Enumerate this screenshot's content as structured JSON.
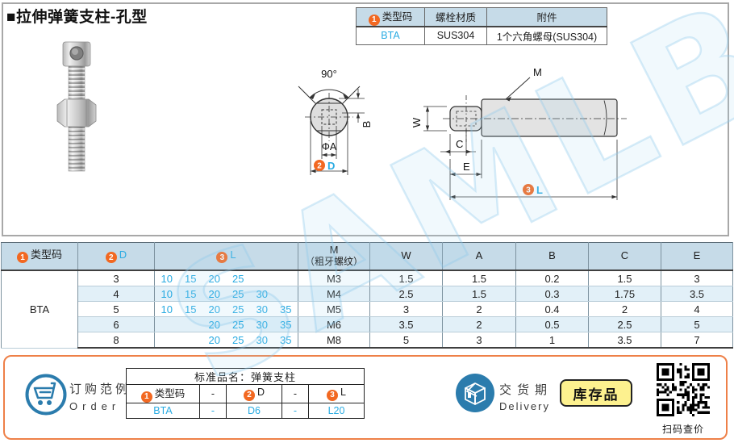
{
  "page": {
    "title": "■拉伸弹簧支柱-孔型"
  },
  "badges": {
    "one": "1",
    "two": "2",
    "three": "3"
  },
  "colors": {
    "accent_blue": "#29abe2",
    "badge_orange": "#f26821",
    "table_header_bg": "#c6dbe8",
    "row_alt_bg": "#e2f0f8",
    "bottom_border_orange": "#ee8048",
    "icon_blue": "#2b7cad",
    "stock_badge_bg": "#fdf18f"
  },
  "spec_table": {
    "headers": [
      "类型码",
      "螺栓材质",
      "附件"
    ],
    "type_code": "BTA",
    "material": "SUS304",
    "accessory": "1个六角螺母(SUS304)"
  },
  "drawings": {
    "front": {
      "angle_label": "90°",
      "dim_b": "B",
      "dim_a": "ΦA",
      "dim_d": "D"
    },
    "side": {
      "thread_label": "M",
      "dim_w": "W",
      "dim_c": "C",
      "dim_e": "E",
      "dim_l": "L"
    }
  },
  "main_table": {
    "headers": {
      "type_code": "类型码",
      "d": "D",
      "l": "L",
      "m_line1": "M",
      "m_line2": "（粗牙螺纹）",
      "w": "W",
      "a": "A",
      "b": "B",
      "c": "C",
      "e": "E"
    },
    "type_code": "BTA",
    "rows": [
      {
        "d": "3",
        "l": [
          "10",
          "15",
          "20",
          "25",
          "",
          ""
        ],
        "m": "M3",
        "w": "1.5",
        "a": "1.5",
        "b": "0.2",
        "c": "1.5",
        "e": "3"
      },
      {
        "d": "4",
        "l": [
          "10",
          "15",
          "20",
          "25",
          "30",
          ""
        ],
        "m": "M4",
        "w": "2.5",
        "a": "1.5",
        "b": "0.3",
        "c": "1.75",
        "e": "3.5"
      },
      {
        "d": "5",
        "l": [
          "10",
          "15",
          "20",
          "25",
          "30",
          "35"
        ],
        "m": "M5",
        "w": "3",
        "a": "2",
        "b": "0.4",
        "c": "2",
        "e": "4"
      },
      {
        "d": "6",
        "l": [
          "",
          "",
          "20",
          "25",
          "30",
          "35"
        ],
        "m": "M6",
        "w": "3.5",
        "a": "2",
        "b": "0.5",
        "c": "2.5",
        "e": "5"
      },
      {
        "d": "8",
        "l": [
          "",
          "",
          "20",
          "25",
          "30",
          "35"
        ],
        "m": "M8",
        "w": "5",
        "a": "3",
        "b": "1",
        "c": "3.5",
        "e": "7"
      }
    ]
  },
  "order": {
    "label_cn": "订购范例",
    "label_en": "Order",
    "table_title": "标准品名：弹簧支柱",
    "col_labels": [
      "类型码",
      "D",
      "L"
    ],
    "dash": "-",
    "values": [
      "BTA",
      "D6",
      "L20"
    ]
  },
  "delivery": {
    "label_cn": "交货期",
    "label_en": "Delivery",
    "stock_badge": "库存品",
    "qr_caption": "扫码查价"
  },
  "watermark": "SAMLB"
}
